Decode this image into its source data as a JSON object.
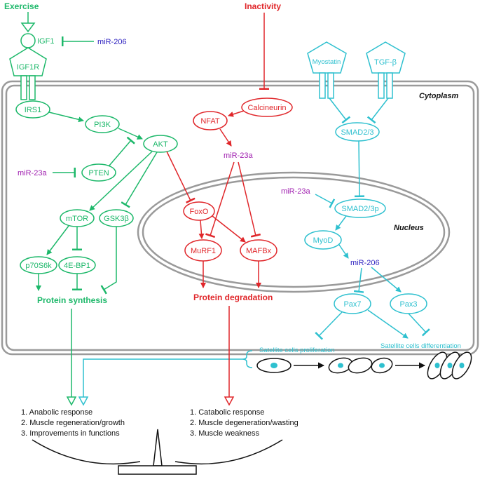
{
  "colors": {
    "green": "#1db86a",
    "red": "#e0262a",
    "cyan": "#2ec0cf",
    "purple": "#a020b0",
    "blue": "#2b1fbf",
    "membrane": "#9a9a9a",
    "black": "#111111"
  },
  "inputs": {
    "exercise": "Exercise",
    "inactivity": "Inactivity"
  },
  "compartments": {
    "cytoplasm": "Cytoplasm",
    "nucleus": "Nucleus"
  },
  "green_pathway": {
    "igf1": "IGF1",
    "igf1r": "IGF1R",
    "irs1": "IRS1",
    "pi3k": "PI3K",
    "akt": "AKT",
    "pten": "PTEN",
    "mtor": "mTOR",
    "gsk3b": "GSK3β",
    "p70s6k": "p70S6k",
    "eif4ebp1": "4E-BP1",
    "outcome": "Protein synthesis"
  },
  "red_pathway": {
    "calcineurin": "Calcineurin",
    "nfat": "NFAT",
    "foxo": "FoxO",
    "murf1": "MuRF1",
    "mafbx": "MAFBx",
    "outcome": "Protein degradation"
  },
  "cyan_pathway": {
    "myostatin": "Myostatin",
    "tgfb": "TGF-β",
    "smad23": "SMAD2/3",
    "smad23p": "SMAD2/3p",
    "myod": "MyoD",
    "pax7": "Pax7",
    "pax3": "Pax3",
    "proliferation": "Satellite cells proliferation",
    "differentiation": "Satellite cells differentiation"
  },
  "mirnas": {
    "mir206_igf1": "miR-206",
    "mir23a_pten": "miR-23a",
    "mir23a_nfat": "miR-23a",
    "mir23a_smad": "miR-23a",
    "mir206_myod": "miR-206"
  },
  "anabolic_list": [
    "1. Anabolic response",
    "2. Muscle regeneration/growth",
    "3. Improvements in functions"
  ],
  "catabolic_list": [
    "1. Catabolic response",
    "2. Muscle degeneration/wasting",
    "3. Muscle weakness"
  ]
}
